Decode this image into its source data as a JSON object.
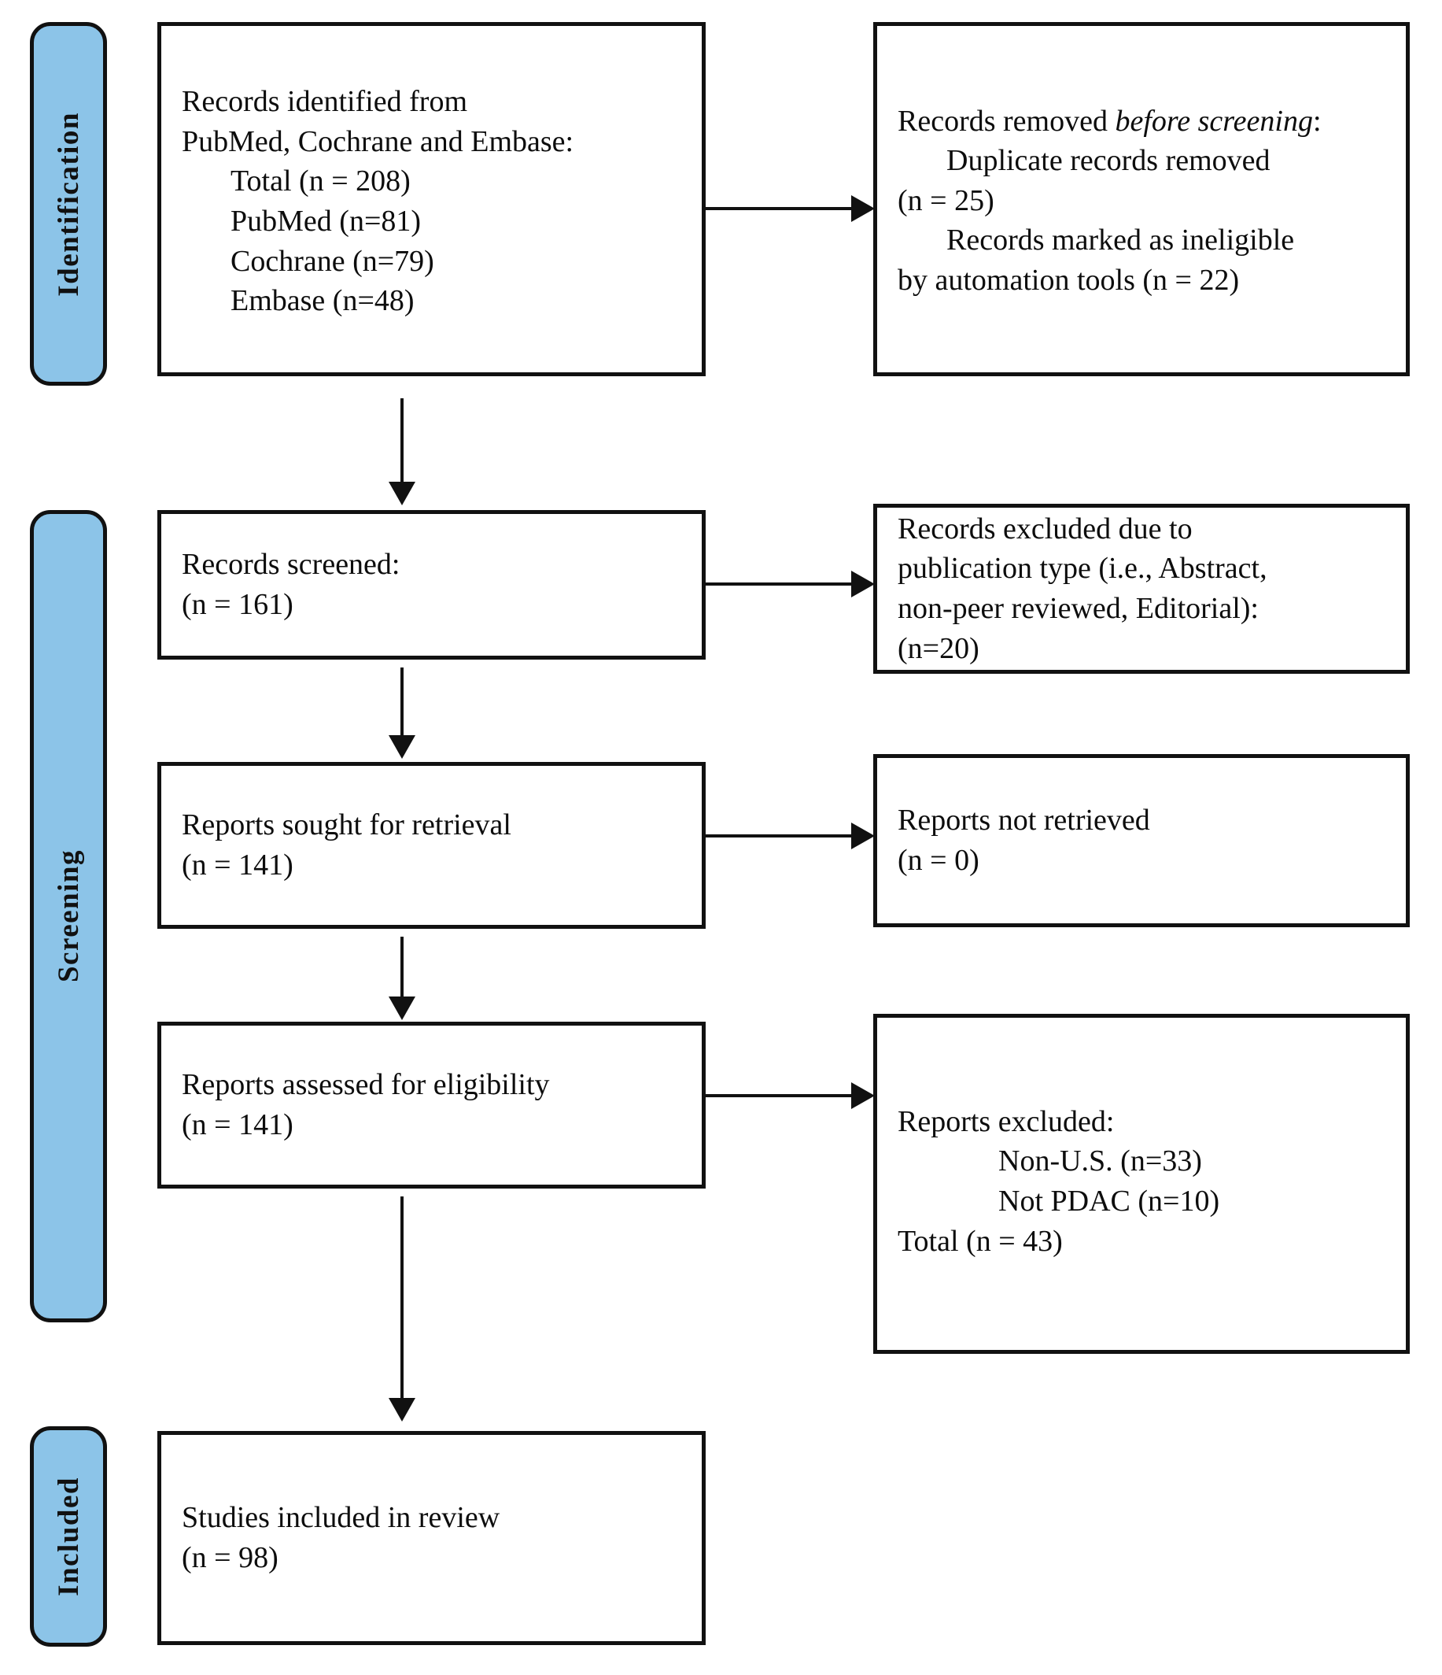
{
  "figure": {
    "type": "prisma-flow-diagram",
    "accent_color": "#8CC4E8",
    "border_color": "#111111",
    "background_color": "#FFFFFF"
  },
  "stages": [
    {
      "id": "identification",
      "label": "Identification"
    },
    {
      "id": "screening",
      "label": "Screening"
    },
    {
      "id": "included",
      "label": "Included"
    }
  ],
  "boxes": {
    "identified": {
      "lines": [
        "Records identified from",
        "PubMed, Cochrane and Embase:",
        "Total (n = 208)",
        "PubMed (n=81)",
        "Cochrane (n=79)",
        "Embase (n=48)"
      ]
    },
    "removed": {
      "line1_prefix": "Records removed ",
      "line1_italic": "before screening",
      "line1_suffix": ":",
      "lines": [
        "Duplicate records removed",
        "(n = 25)",
        "Records marked as ineligible",
        "by automation tools (n = 22)"
      ]
    },
    "screened": {
      "lines": [
        "Records screened:",
        "(n = 161)"
      ]
    },
    "excluded_publication": {
      "lines": [
        "Records excluded due to",
        "publication type (i.e., Abstract,",
        "non-peer reviewed, Editorial):",
        "(n=20)"
      ]
    },
    "sought": {
      "lines": [
        "Reports sought for retrieval",
        "(n = 141)"
      ]
    },
    "not_retrieved": {
      "lines": [
        "Reports not retrieved",
        "(n = 0)"
      ]
    },
    "assessed": {
      "lines": [
        "Reports assessed for eligibility",
        "(n = 141)"
      ]
    },
    "excluded": {
      "lines": [
        "Reports excluded:",
        "Non-U.S. (n=33)",
        "Not PDAC (n=10)",
        "Total (n = 43)"
      ]
    },
    "included": {
      "lines": [
        "Studies included in review",
        "(n = 98)"
      ]
    }
  },
  "counts": {
    "total_identified": 208,
    "pubmed": 81,
    "cochrane": 79,
    "embase": 48,
    "duplicates_removed": 25,
    "ineligible_automation": 22,
    "records_screened": 161,
    "excluded_publication_type": 20,
    "reports_sought": 141,
    "reports_not_retrieved": 0,
    "reports_assessed": 141,
    "excluded_non_us": 33,
    "excluded_not_pdac": 10,
    "excluded_total": 43,
    "studies_included": 98
  }
}
